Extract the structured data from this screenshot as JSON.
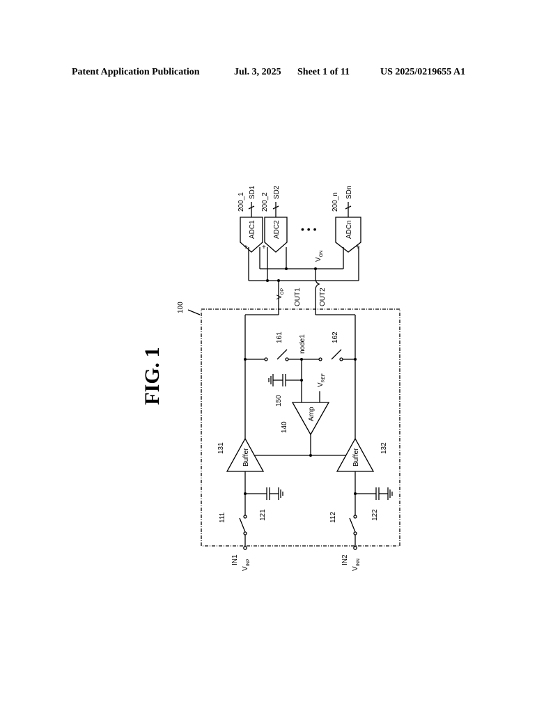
{
  "header": {
    "left": "Patent Application Publication",
    "date": "Jul. 3, 2025",
    "sheet": "Sheet 1 of 11",
    "number": "US 2025/0219655 A1"
  },
  "figure": {
    "title": "FIG. 1",
    "labels": {
      "block": "100",
      "switch1": "111",
      "switch2": "112",
      "cap1": "121",
      "cap2": "122",
      "buffer1_ref": "131",
      "buffer2_ref": "132",
      "buffer_text": "Buffer",
      "amp_ref": "140",
      "amp_text": "Amp",
      "cap_amp": "150",
      "switch_a": "161",
      "switch_b": "162",
      "node": "node1",
      "in1": "IN1",
      "in2": "IN2",
      "out1": "OUT1",
      "out2": "OUT2",
      "vinp_main": "V",
      "vinp_sub": "INP",
      "vinn_main": "V",
      "vinn_sub": "INN",
      "vref_main": "V",
      "vref_sub": "REF",
      "vop_main": "V",
      "vop_sub": "OP",
      "von_main": "V",
      "von_sub": "ON",
      "adc1": "ADC1",
      "adc2": "ADC2",
      "adcn": "ADCn",
      "adc1_ref": "200_1",
      "adc2_ref": "200_2",
      "adcn_ref": "200_n",
      "sd1": "SD1",
      "sd2": "SD2",
      "sdn": "SDn",
      "plus": "+",
      "minus": "−",
      "ellipsis": "•  •  •"
    }
  }
}
